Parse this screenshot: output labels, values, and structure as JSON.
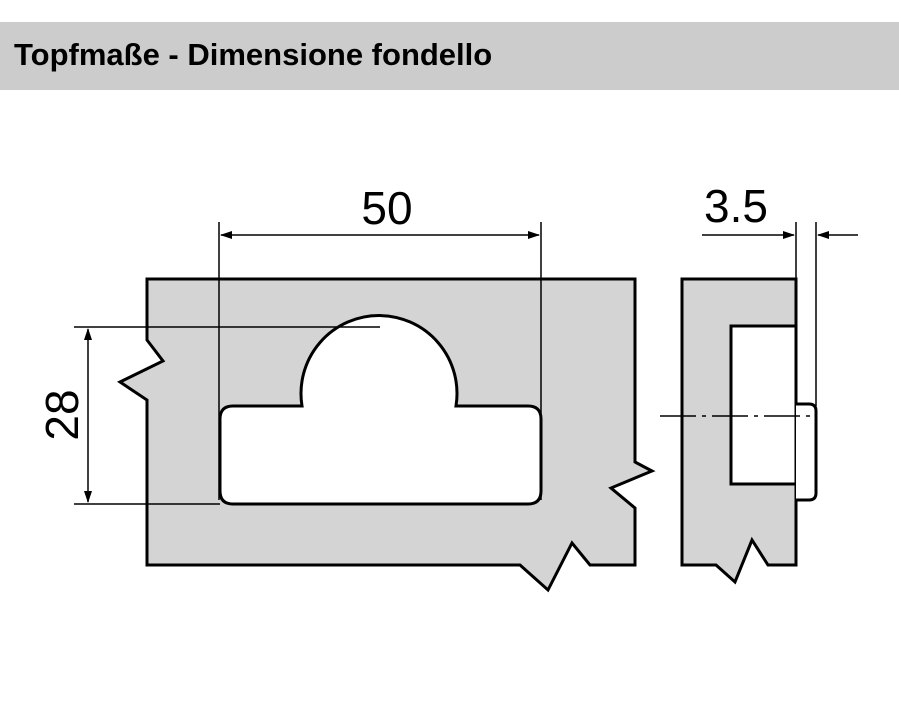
{
  "header": {
    "title": "Topfmaße - Dimensione fondello"
  },
  "dimensions": {
    "width": "50",
    "height": "28",
    "depth": "3.5"
  },
  "colors": {
    "title_background": "#cccccc",
    "material_fill": "#d4d4d4",
    "line": "#000000",
    "cutout_fill": "#ffffff"
  }
}
